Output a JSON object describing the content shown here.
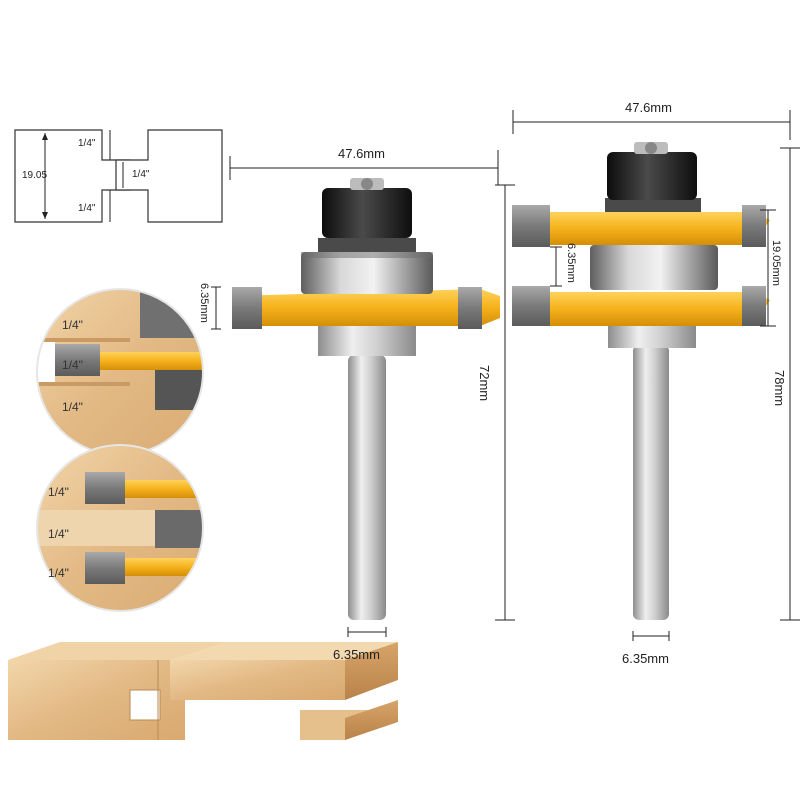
{
  "profile_diagram": {
    "height_label": "19.05",
    "top_gap_label": "1/4\"",
    "bottom_gap_label": "1/4\"",
    "tongue_label": "1/4\""
  },
  "joint_closeup_top": {
    "labels": [
      "1/4\"",
      "1/4\"",
      "1/4\""
    ]
  },
  "joint_closeup_bottom": {
    "labels": [
      "1/4\"",
      "1/4\"",
      "1/4\""
    ]
  },
  "bit_left": {
    "width_label": "47.6mm",
    "cutter_height_label": "6.35mm",
    "length_label": "72mm",
    "shank_label": "6.35mm"
  },
  "bit_right": {
    "width_label": "47.6mm",
    "gap_label": "6.35mm",
    "span_label": "19.05mm",
    "length_label": "78mm",
    "shank_label": "6.35mm"
  },
  "colors": {
    "cutter_yellow": "#F5B21B",
    "carbide_gray": "#8a8a8a",
    "shank_steel": "#c9c9c9",
    "nut_black": "#1e1e1e",
    "wood_light": "#e9c99c",
    "wood_dark": "#c9955e"
  }
}
